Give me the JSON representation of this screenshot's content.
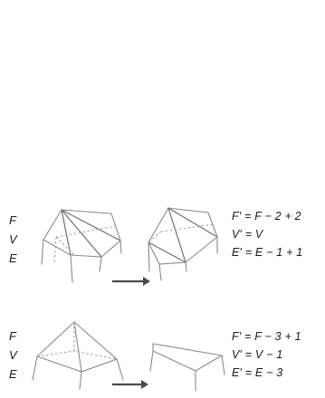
{
  "row1": {
    "left_labels": [
      "F",
      "V",
      "E"
    ],
    "formulas": [
      "F′ = F − 2 + 2",
      "V′ = V",
      "E′ = E − 1 + 1"
    ]
  },
  "row2": {
    "left_labels": [
      "F",
      "V",
      "E"
    ],
    "formulas": [
      "F′ = F − 3 + 1",
      "V′ = V  − 1",
      "E′ = E − 3"
    ]
  }
}
